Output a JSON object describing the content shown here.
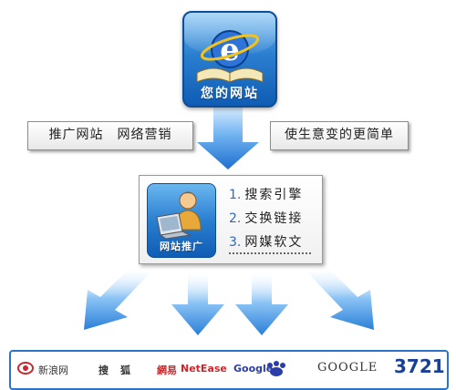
{
  "top_icon": {
    "label": "您的网站"
  },
  "tags": {
    "left": "推广网站　网络营销",
    "right": "使生意变的更简单"
  },
  "promo": {
    "icon_label": "网站推广",
    "steps": [
      {
        "num": "1.",
        "text": "搜索引擎"
      },
      {
        "num": "2.",
        "text": "交换链接"
      },
      {
        "num": "3.",
        "text": "网媒软文"
      }
    ]
  },
  "partners": {
    "logos": [
      "新浪网",
      "搜",
      "狐",
      "網易",
      "NetEase",
      "Google",
      "GOOGLE",
      "3721"
    ]
  },
  "colors": {
    "icon_blue": "#2a7fd0",
    "arrow_blue": "#3a8ee6",
    "border_blue": "#2a73c8"
  }
}
